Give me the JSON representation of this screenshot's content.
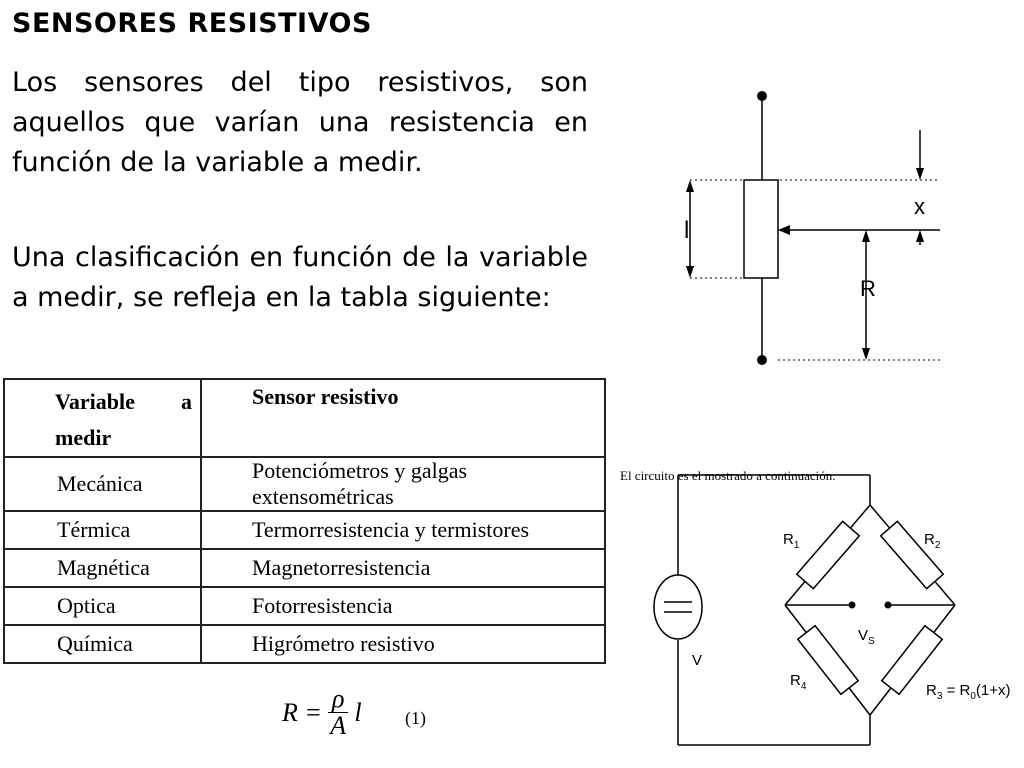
{
  "title": "SENSORES RESISTIVOS",
  "paragraphs": [
    "Los sensores del tipo resistivos, son aquellos que varían una resistencia en función de la variable a medir.",
    "Una clasificación en función de la variable a medir, se refleja en la tabla siguiente:"
  ],
  "table": {
    "headers": {
      "variable_a": "Variable",
      "variable_b": "a",
      "variable_c": "medir",
      "sensor": "Sensor resistivo"
    },
    "rows": [
      {
        "variable": "Mecánica",
        "sensor": "Potenciómetros y galgas extensométricas"
      },
      {
        "variable": "Térmica",
        "sensor": "Termorresistencia y termistores"
      },
      {
        "variable": "Magnética",
        "sensor": "Magnetorresistencia"
      },
      {
        "variable": "Optica",
        "sensor": "Fotorresistencia"
      },
      {
        "variable": "Química",
        "sensor": "Higrómetro resistivo"
      }
    ]
  },
  "formula": {
    "lhs": "R =",
    "numerator": "ρ",
    "denominator": "A",
    "rhs": "l",
    "number": "(1)"
  },
  "potentiometer": {
    "label_l": "l",
    "label_x": "x",
    "label_r": "R"
  },
  "bridge": {
    "caption": "El circuito es el mostrado a continuación.",
    "r1": "R",
    "r1_sub": "1",
    "r2": "R",
    "r2_sub": "2",
    "r4": "R",
    "r4_sub": "4",
    "vs": "V",
    "vs_sub": "S",
    "v": "V",
    "r3_eq": "R",
    "r3_sub": "3",
    "r3_eq_mid": " = R",
    "r3_eq_sub": "0",
    "r3_eq_tail": "(1+x)"
  }
}
